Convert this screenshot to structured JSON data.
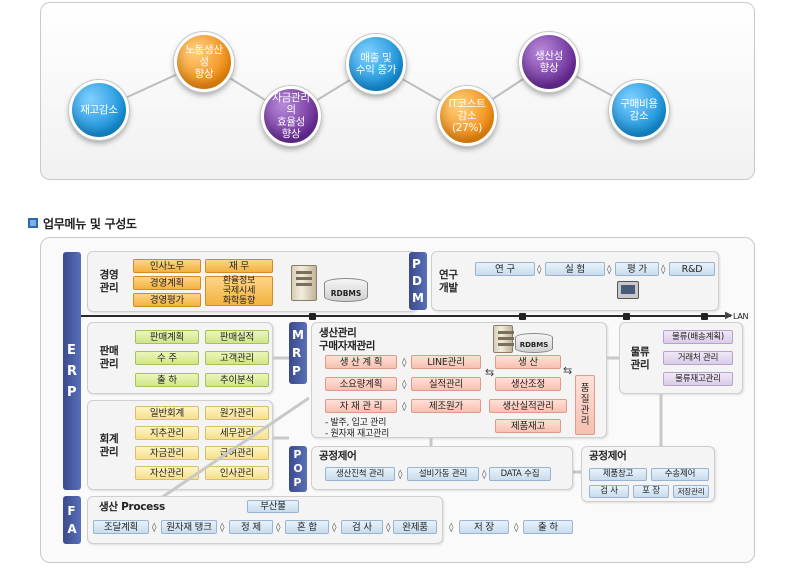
{
  "top_goals": {
    "bubbles": [
      {
        "label": "재고감소",
        "color": "blue"
      },
      {
        "label": "노동생산성\n향상",
        "color": "orange"
      },
      {
        "label": "자금관리의\n효율성\n향상",
        "color": "purple"
      },
      {
        "label": "매출 및\n수익 증가",
        "color": "blue"
      },
      {
        "label": "IT코스트\n감소(27%)",
        "color": "orange"
      },
      {
        "label": "생산성\n향상",
        "color": "purple"
      },
      {
        "label": "구매비용\n감소",
        "color": "blue"
      }
    ]
  },
  "section_title": "업무메뉴 및 구성도",
  "erp": {
    "bar_label": "E\nR\nP",
    "management": {
      "title": "경영\n관리",
      "items": [
        "인사노무",
        "재 무",
        "경영계획",
        "환율정보\n국제시세\n화학동향",
        "경영평가"
      ]
    },
    "sales": {
      "title": "판매\n관리",
      "items": [
        "판매계획",
        "판매실적",
        "수 주",
        "고객관리",
        "출 하",
        "추이분석"
      ]
    },
    "accounting": {
      "title": "회계\n관리",
      "items": [
        "일반회계",
        "원가관리",
        "지추관리",
        "세무관리",
        "자금관리",
        "급여관리",
        "자산관리",
        "인사관리"
      ]
    },
    "server_db_label": "RDBMS"
  },
  "pdm": {
    "bar_label": "P\nD\nM",
    "title": "연구\n개발",
    "items": [
      "연 구",
      "실 험",
      "평 가",
      "R&D"
    ]
  },
  "lan_label": "LAN",
  "mrp": {
    "bar_label": "M\nR\nP",
    "title": "생산관리\n구매자재관리",
    "left_items": [
      "생 산 계 획",
      "소요량계획",
      "자 재 관 리"
    ],
    "mid_items": [
      "LINE관리",
      "실적관리",
      "제조원가"
    ],
    "right_items": [
      "생 산",
      "생산조정",
      "생산실적관리",
      "제품재고"
    ],
    "quality": "품\n질\n관\n리",
    "notes": "- 발주, 입고 관리\n- 원자재 재고관리",
    "db_label": "RDBMS"
  },
  "logistics": {
    "title": "물류\n관리",
    "items": [
      "물류(배송계획)",
      "거래처 관리",
      "물류재고관리"
    ]
  },
  "pop": {
    "bar_label": "P\nO\nP",
    "title": "공정제어",
    "items": [
      "생산진척 관리",
      "설비가동 관리",
      "DATA 수집"
    ]
  },
  "process_control": {
    "title": "공정제어",
    "items": [
      "제품창고",
      "수송제어",
      "검 사",
      "포 장",
      "저장관리"
    ]
  },
  "fa": {
    "bar_label": "F\nA",
    "title": "생산 Process",
    "byproduct": "부산물",
    "items": [
      "조달계획",
      "원자재 탱크",
      "정 제",
      "혼 합",
      "검 사",
      "완제품"
    ],
    "extra_items": [
      "저 장",
      "출 하"
    ]
  }
}
